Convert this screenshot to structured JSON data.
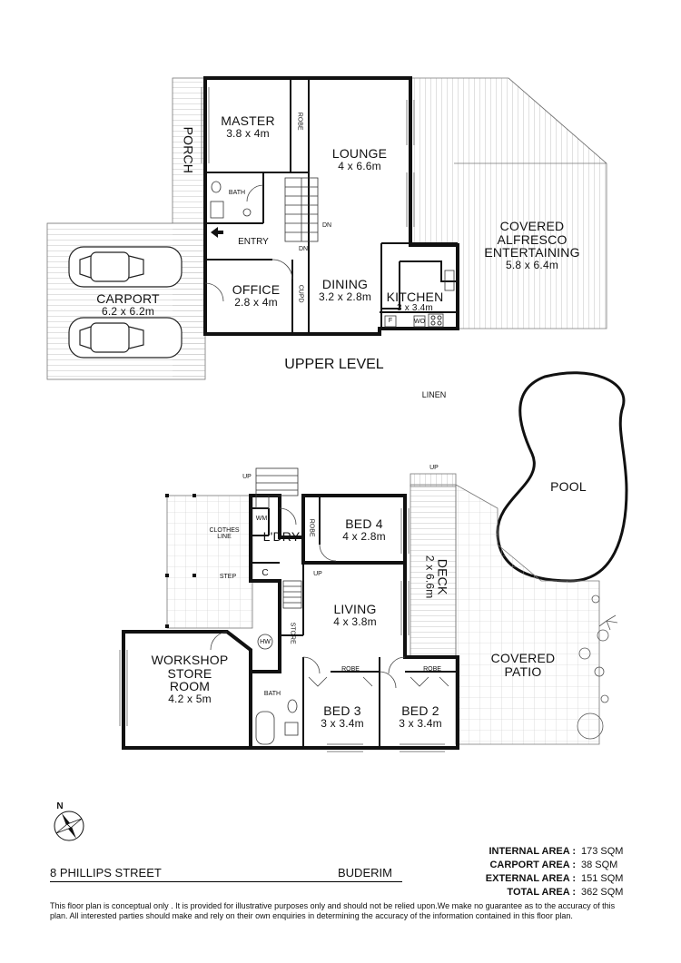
{
  "upper_level": {
    "title": "UPPER LEVEL",
    "rooms": {
      "master": {
        "name": "MASTER",
        "size": "3.8 x 4m"
      },
      "robe": "ROBE",
      "lounge": {
        "name": "LOUNGE",
        "size": "4 x 6.6m"
      },
      "bath": "BATH",
      "porch": "PORCH",
      "entry": "ENTRY",
      "office": {
        "name": "OFFICE",
        "size": "2.8 x 4m"
      },
      "cupd": "CUPD",
      "dining": {
        "name": "DINING",
        "size": "3.2 x 2.8m"
      },
      "kitchen": {
        "name": "KITCHEN",
        "size": "3 x 3.4m"
      },
      "fridge": "F",
      "wo": "WO",
      "alfresco": {
        "line1": "COVERED",
        "line2": "ALFRESCO",
        "line3": "ENTERTAINING",
        "size": "5.8 x 6.4m"
      },
      "carport": {
        "name": "CARPORT",
        "size": "6.2 x 6.2m"
      },
      "dn1": "DN",
      "dn2": "DN"
    }
  },
  "lower_level": {
    "rooms": {
      "linen": "LINEN",
      "pool": "POOL",
      "up1": "UP",
      "up2": "UP",
      "up3": "UP",
      "wm": "WM",
      "ldry": "L'DRY",
      "clothes_line": {
        "line1": "CLOTHES",
        "line2": "LINE"
      },
      "c": "C",
      "step": "STEP",
      "robe_bed4": "ROBE",
      "bed4": {
        "name": "BED 4",
        "size": "4 x 2.8m"
      },
      "deck": {
        "name": "DECK",
        "size": "2 x 6.6m"
      },
      "living": {
        "name": "LIVING",
        "size": "4 x 3.8m"
      },
      "store": "STORE",
      "hw": "HW",
      "workshop": {
        "line1": "WORKSHOP",
        "line2": "STORE",
        "line3": "ROOM",
        "size": "4.2 x 5m"
      },
      "robe_bed3": "ROBE",
      "robe_bed2": "ROBE",
      "covered_patio": {
        "line1": "COVERED",
        "line2": "PATIO"
      },
      "bath": "BATH",
      "bed3": {
        "name": "BED 3",
        "size": "3 x 3.4m"
      },
      "bed2": {
        "name": "BED 2",
        "size": "3 x 3.4m"
      }
    }
  },
  "compass": {
    "label": "N"
  },
  "footer": {
    "address": "8 PHILLIPS STREET",
    "suburb": "BUDERIM",
    "areas": [
      {
        "label": "INTERNAL AREA :",
        "value": "173 SQM"
      },
      {
        "label": "CARPORT AREA :",
        "value": "38 SQM"
      },
      {
        "label": "EXTERNAL AREA :",
        "value": "151 SQM"
      },
      {
        "label": "TOTAL AREA :",
        "value": "362 SQM"
      }
    ],
    "disclaimer": "This floor plan  is conceptual only . It is provided for illustrative purposes only and should not be relied upon.We make no guarantee as to the accuracy of this plan. All interested parties should make and rely on their own enquiries in determining the accuracy of the information contained in this floor plan."
  }
}
